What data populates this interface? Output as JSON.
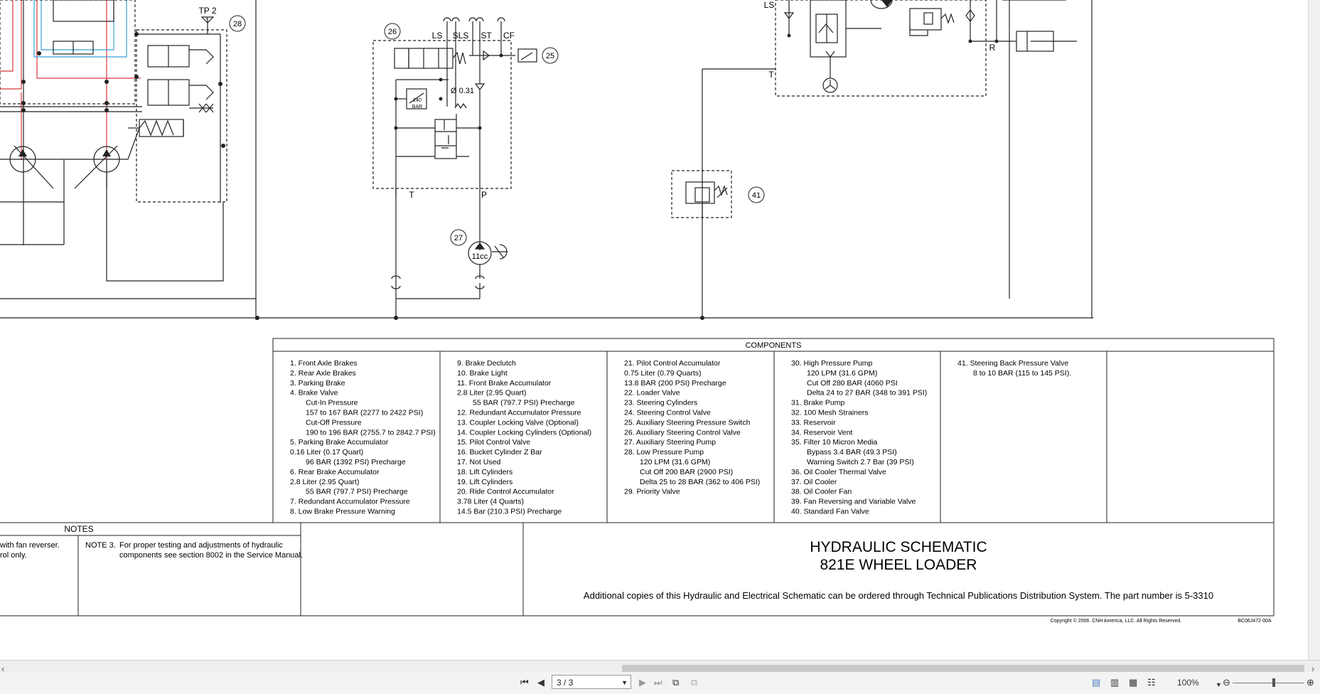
{
  "schematic": {
    "labels": {
      "tp2": "TP 2",
      "ls": "LS",
      "sls": "SLS",
      "st": "ST",
      "cf": "CF",
      "t": "T",
      "p": "P",
      "r": "R",
      "orifice": "Ø 0.31",
      "bar240_a": "240",
      "bar240_b": "BAR",
      "pump_cc": "11cc"
    },
    "callouts": [
      "28",
      "26",
      "25",
      "27",
      "41"
    ]
  },
  "components": {
    "title": "COMPONENTS",
    "columns": [
      [
        "1. Front Axle Brakes",
        "2. Rear Axle Brakes",
        "3. Parking Brake",
        "4. Brake Valve",
        "Cut-In Pressure",
        "157 to 167 BAR (2277 to 2422 PSI)",
        "Cut-Off Pressure",
        "190 to 196 BAR (2755.7 to 2842.7 PSI)",
        "5. Parking Brake Accumulator",
        "0.16 Liter (0.17 Quart)",
        "96 BAR (1392 PSI) Precharge",
        "6. Rear Brake Accumulator",
        "2.8 Liter (2.95 Quart)",
        "55 BAR (797.7 PSI) Precharge",
        "7. Redundant Accumulator Pressure",
        "8. Low Brake Pressure Warning"
      ],
      [
        "9. Brake Declutch",
        "10. Brake Light",
        "11. Front Brake Accumulator",
        "2.8 Liter (2.95 Quart)",
        "55 BAR (797.7 PSI) Precharge",
        "12. Redundant Accumulator Pressure",
        "13. Coupler Locking Valve (Optional)",
        "14. Coupler Locking Cylinders (Optional)",
        "15. Pilot Control Valve",
        "16. Bucket Cylinder Z Bar",
        "17. Not Used",
        "18. Lift Cylinders",
        "19. Lift Cylinders",
        "20. Ride Control Accumulator",
        "3.78 Liter (4 Quarts)",
        "14.5 Bar (210.3 PSI) Precharge"
      ],
      [
        "21. Pilot Control Accumulator",
        "0.75 Liter (0.79 Quarts)",
        "13.8 BAR (200 PSI) Precharge",
        "22. Loader Valve",
        "23. Steering Cylinders",
        "24. Steering Control Valve",
        "25. Auxiliary Steering Pressure Switch",
        "26. Auxiliary Steering Control Valve",
        "27. Auxiliary Steering Pump",
        "28. Low Pressure Pump",
        "120 LPM (31.6 GPM)",
        "Cut Off 200 BAR (2900 PSI)",
        "Delta 25 to 28 BAR (362 to 406 PSI)",
        "29. Priority Valve"
      ],
      [
        "30. High Pressure Pump",
        "120 LPM (31.6 GPM)",
        "Cut Off 280 BAR (4060 PSI",
        "Delta 24 to 27 BAR (348 to 391 PSI)",
        "31. Brake Pump",
        "32. 100 Mesh Strainers",
        "33. Reservoir",
        "34. Reservoir Vent",
        "35. Filter 10 Micron Media",
        "Bypass 3.4 BAR (49.3 PSI)",
        "Warning Switch 2.7 Bar (39 PSI)",
        "36. Oil Cooler Thermal Valve",
        "37. Oil Cooler",
        "38. Oil Cooler Fan",
        "39. Fan Reversing and Variable Valve",
        "40. Standard Fan Valve"
      ],
      [
        "41. Steering Back Pressure Valve",
        "8 to 10 BAR (115 to 145 PSI)."
      ],
      []
    ]
  },
  "notes": {
    "title": "NOTES",
    "left_fragment": [
      "with fan reverser.",
      "rol only."
    ],
    "note3_label": "NOTE  3.",
    "note3_lines": [
      "For proper testing and adjustments of hydraulic",
      "components see section 8002 in the Service Manual."
    ]
  },
  "title_block": {
    "line1": "HYDRAULIC SCHEMATIC",
    "line2": "821E WHEEL LOADER",
    "additional": "Additional copies of this Hydraulic and Electrical Schematic can be ordered through Technical Publications Distribution System. The part number is 5-3310",
    "copyright": "Copyright © 2006.  CNH America, LLC.  All Rights Reserved.",
    "doc_code": "BC06J472-00A"
  },
  "toolbar": {
    "page_indicator": "3 / 3",
    "zoom": "100%"
  },
  "icons": {
    "first_page": "first-page-icon",
    "prev_page": "prev-page-icon",
    "next_page": "next-page-icon",
    "last_page": "last-page-icon",
    "scroll_left": "scroll-left-icon",
    "scroll_right": "scroll-right-icon",
    "zoom_out": "zoom-out-icon",
    "zoom_in": "zoom-in-icon"
  },
  "colors": {
    "line": "#222222",
    "red_line": "#d9363e",
    "blue_line": "#3a9fd6",
    "toolbar_bg": "#f3f3f3"
  }
}
